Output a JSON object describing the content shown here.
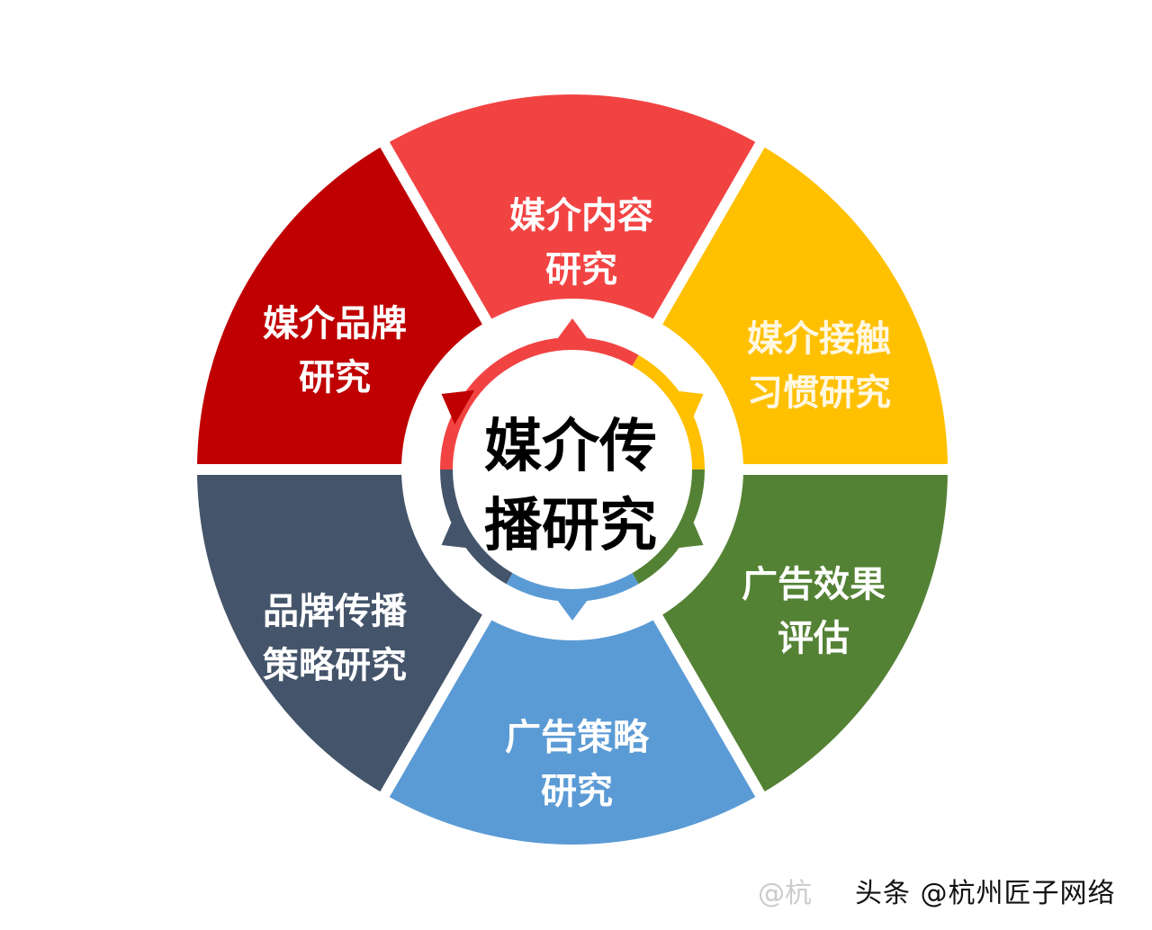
{
  "center": {
    "line1": "媒介传",
    "line2": "播研究"
  },
  "segments": [
    {
      "line1": "媒介内容",
      "line2": "研究",
      "color": "#f24343"
    },
    {
      "line1": "媒介接触",
      "line2": "习惯研究",
      "color": "#ffc000"
    },
    {
      "line1": "广告效果",
      "line2": "评估",
      "color": "#548235"
    },
    {
      "line1": "广告策略",
      "line2": "研究",
      "color": "#5b9bd5"
    },
    {
      "line1": "品牌传播",
      "line2": "策略研究",
      "color": "#44546a"
    },
    {
      "line1": "媒介品牌",
      "line2": "研究",
      "color": "#c00000"
    }
  ],
  "watermark": {
    "faint": "@杭",
    "text": "头条 @杭州匠子网络"
  }
}
